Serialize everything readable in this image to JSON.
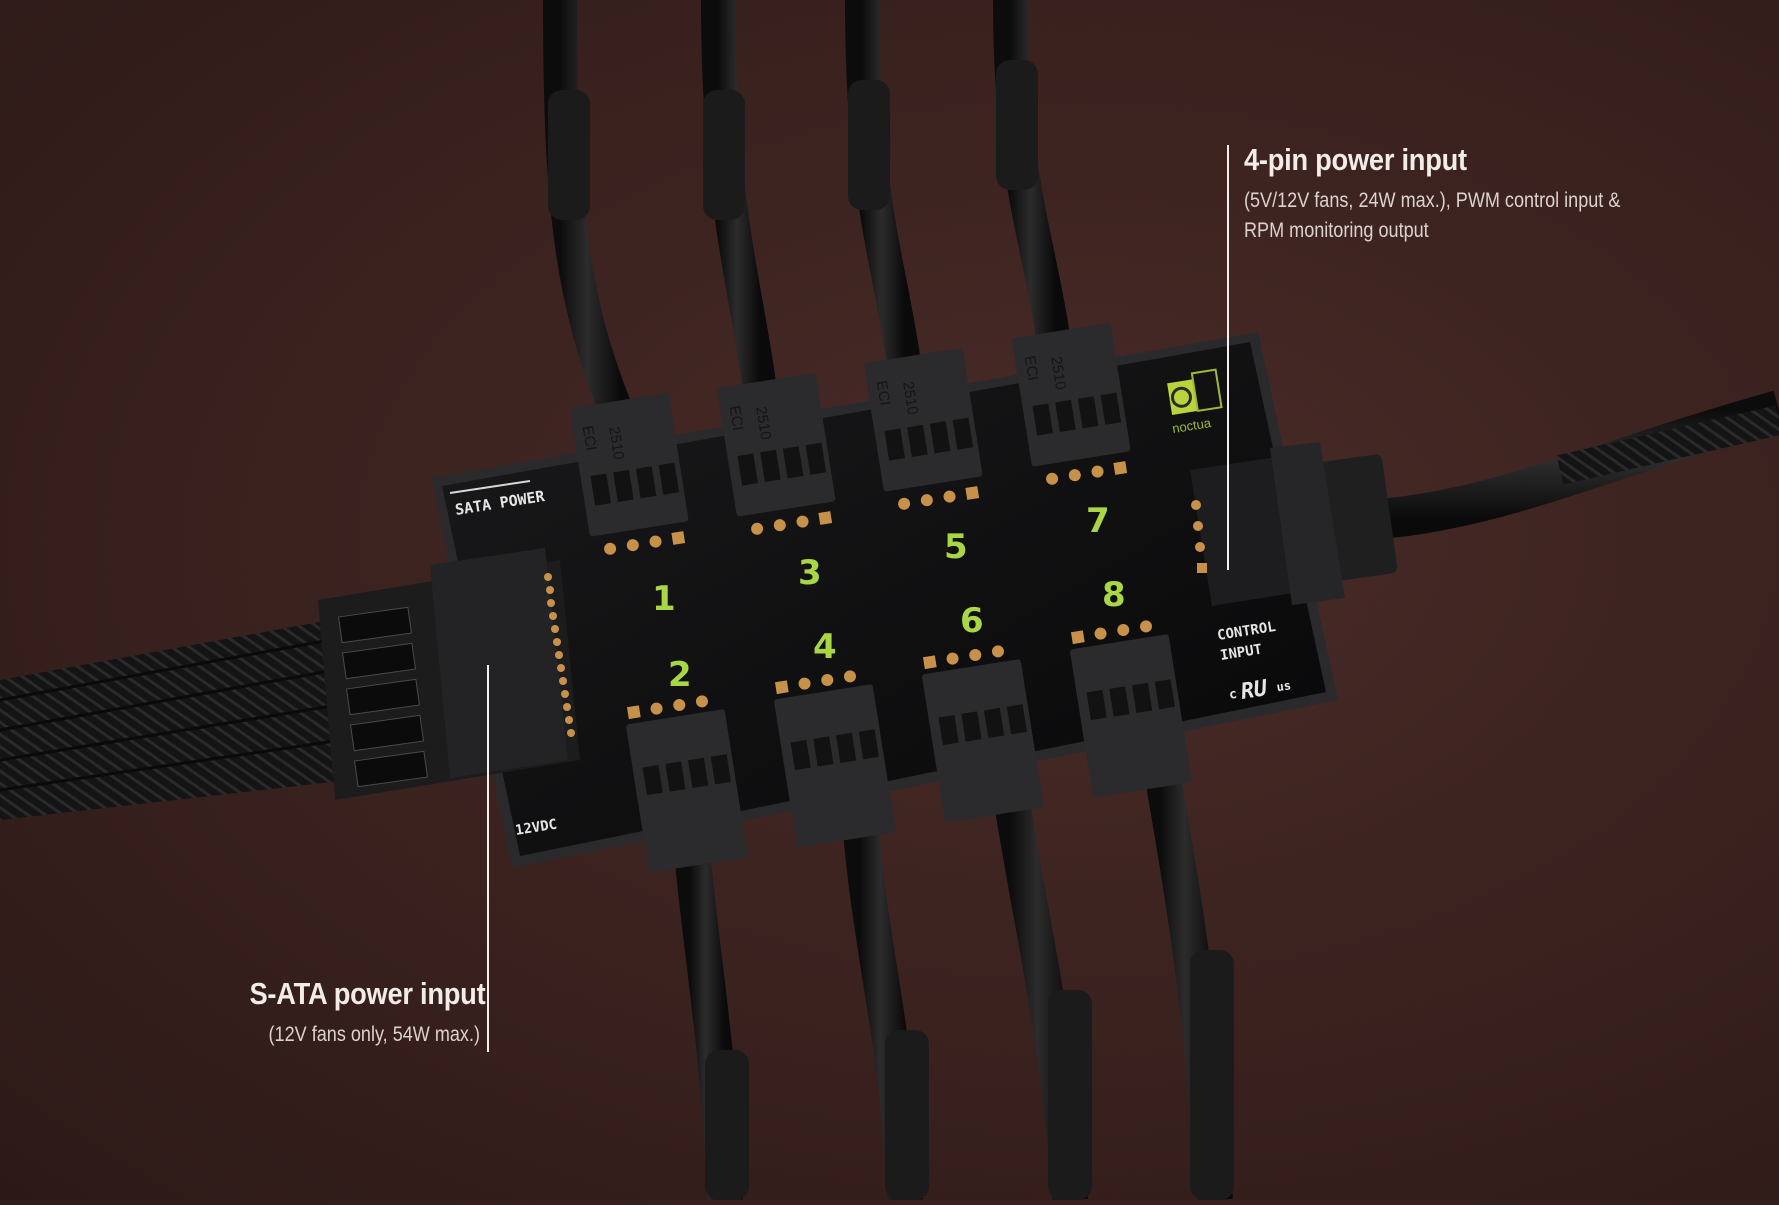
{
  "callouts": {
    "four_pin": {
      "title": "4-pin power input",
      "description_line1": "(5V/12V fans, 24W max.), PWM control input &",
      "description_line2": "RPM monitoring output"
    },
    "sata": {
      "title": "S-ATA power input",
      "description": "(12V fans only, 54W max.)"
    }
  },
  "board": {
    "silkscreen": {
      "sata_power": "SATA POWER",
      "voltage": "12VDC",
      "control_input_line1": "CONTROL",
      "control_input_line2": "INPUT",
      "certification_c": "c",
      "certification_mark": "RU",
      "certification_us": "us"
    },
    "brand": "noctua",
    "ports": [
      {
        "number": "1",
        "position": "top"
      },
      {
        "number": "2",
        "position": "bottom"
      },
      {
        "number": "3",
        "position": "top"
      },
      {
        "number": "4",
        "position": "bottom"
      },
      {
        "number": "5",
        "position": "top"
      },
      {
        "number": "6",
        "position": "bottom"
      },
      {
        "number": "7",
        "position": "top"
      },
      {
        "number": "8",
        "position": "bottom"
      }
    ],
    "connector_markings": {
      "model": "2510",
      "maker": "ECI"
    }
  },
  "colors": {
    "background": "#3c2320",
    "board": "#0d0d0e",
    "port_number": "#a9d645",
    "gold_pad": "#c8914a",
    "text": "#f2ece8"
  }
}
